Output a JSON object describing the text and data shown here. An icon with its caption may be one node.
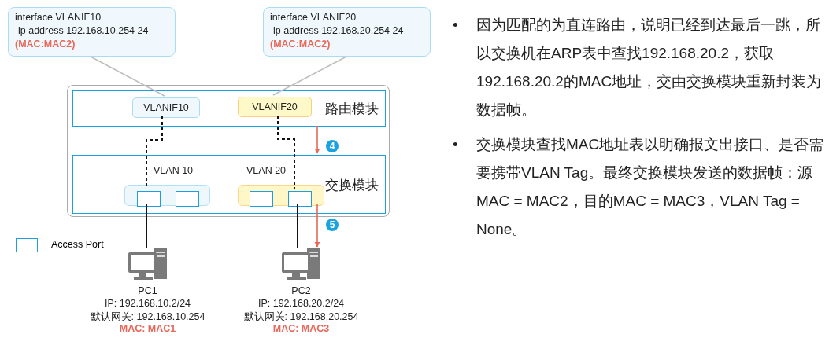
{
  "diagram": {
    "nodes": [
      {
        "text": [
          "interface VLANIF10",
          "ip address 192.168.10.254 24",
          "(MAC:MAC2)"
        ]
      },
      {
        "text": [
          "interface VLANIF20",
          "ip address 192.168.20.254 24",
          "(MAC:MAC2)"
        ]
      },
      {
        "text": [],
        "shape": "box"
      },
      {
        "text": [
          "路由模块"
        ],
        "in": 2
      },
      {
        "text": [
          "VLANIF10"
        ],
        "in": 3
      },
      {
        "text": [
          "VLANIF20"
        ],
        "in": 3
      },
      {
        "text": [
          "交换模块"
        ],
        "in": 2
      },
      {
        "text": [
          "VLAN 10"
        ],
        "in": 6
      },
      {
        "text": [
          "VLAN 20"
        ],
        "in": 6
      },
      {
        "text": [],
        "shape": "box",
        "in": 7
      },
      {
        "text": [],
        "shape": "box",
        "in": 7
      },
      {
        "text": [],
        "shape": "box",
        "in": 8
      },
      {
        "text": [],
        "shape": "box",
        "in": 8
      },
      {
        "text": [
          "PC1",
          "IP: 192.168.10.2/24",
          "默认网关: 192.168.10.254",
          "MAC: MAC1"
        ]
      },
      {
        "text": [
          "PC2",
          "IP: 192.168.20.2/24",
          "默认网关: 192.168.20.254",
          "MAC: MAC3"
        ]
      }
    ],
    "edges": [
      {
        "from": 0,
        "to": 4,
        "arrow": "none",
        "color": "#bfbfbf"
      },
      {
        "from": 1,
        "to": 5,
        "arrow": "none",
        "color": "#bfbfbf"
      },
      {
        "from": 4,
        "to": 9,
        "arrow": "none",
        "style": "dashed"
      },
      {
        "from": 5,
        "to": 12,
        "arrow": "none",
        "style": "dashed"
      },
      {
        "from": 9,
        "to": 13,
        "arrow": "none"
      },
      {
        "from": 12,
        "to": 14,
        "arrow": "none"
      },
      {
        "from": 3,
        "to": 6,
        "arrow": "to",
        "label": "4",
        "color": "#e8685a"
      },
      {
        "from": 8,
        "to": 14,
        "arrow": "to",
        "label": "5",
        "color": "#e8685a"
      }
    ],
    "labels": [
      "•",
      "因为匹配的为直连路由，说明已经到达最后一跳，所以交换机在ARP表中查找192.168.20.2，获取192.168.20.2的MAC地址，交由交换模块重新封装为数据帧。",
      "•",
      "交换模块查找MAC地址表以明确报文出接口、是否需要携带VLAN Tag。最终交换模块发送的数据帧：源MAC = MAC2，目的MAC = MAC3，VLAN Tag = None。"
    ],
    "legend": [
      {
        "text": "Access Port"
      }
    ]
  }
}
